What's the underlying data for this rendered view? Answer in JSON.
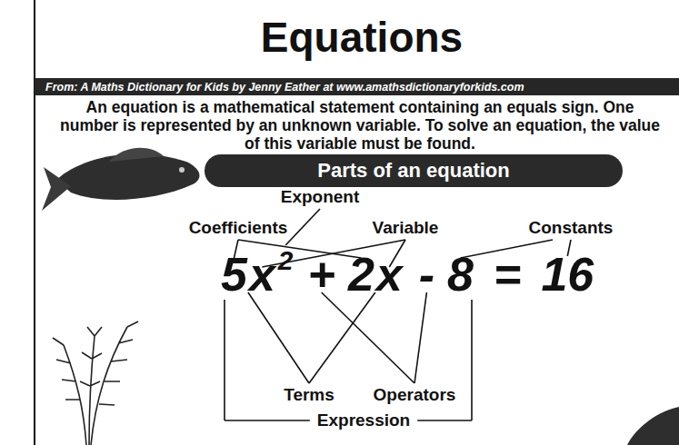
{
  "diagram": {
    "title": "Equations",
    "nodes": [
      {
        "text": [
          "From: A Maths Dictionary for Kids by Jenny Eather at www.amathsdictionaryforkids.com"
        ]
      },
      {
        "text": [
          "Parts of an equation"
        ]
      }
    ],
    "labels": [
      "An equation is a mathematical statement containing an equals sign. One number is represented by an unknown variable. To solve an equation, the value of this variable must be found.",
      "Exponent",
      "Coefficients",
      "Variable",
      "Constants",
      "5",
      "x",
      "2",
      "+",
      "2",
      "x",
      "-",
      "8",
      "=",
      "16",
      "Terms",
      "Operators",
      "Expression"
    ]
  }
}
